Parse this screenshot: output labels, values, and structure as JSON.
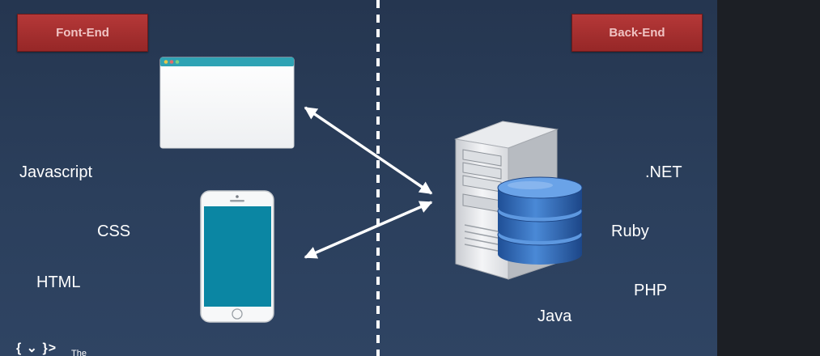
{
  "headers": {
    "front": "Font-End",
    "back": "Back-End"
  },
  "front_end_languages": {
    "javascript": "Javascript",
    "css": "CSS",
    "html": "HTML"
  },
  "back_end_languages": {
    "net": ".NET",
    "ruby": "Ruby",
    "php": "PHP",
    "java": "Java"
  },
  "logo": {
    "mark": "{ ⌄ }>",
    "text": "The"
  },
  "colors": {
    "background": "#2b3f5c",
    "header_red": "#a83030",
    "divider": "#ffffff",
    "phone_screen": "#0b86a3",
    "database_blue": "#2f6fbf"
  },
  "icons": [
    "browser-window-icon",
    "smartphone-icon",
    "server-icon",
    "database-icon",
    "arrow-icon"
  ]
}
